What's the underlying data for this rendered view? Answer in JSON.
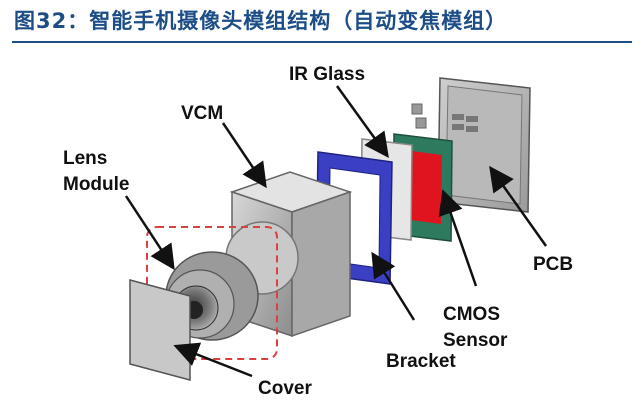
{
  "figure": {
    "title": "图32：智能手机摄像头模组结构（自动变焦模组）"
  },
  "labels": {
    "ir_glass": "IR Glass",
    "vcm": "VCM",
    "lens_module_line1": "Lens",
    "lens_module_line2": "Module",
    "pcb": "PCB",
    "cmos_line1": "CMOS",
    "cmos_line2": "Sensor",
    "bracket": "Bracket",
    "cover": "Cover"
  },
  "colors": {
    "title": "#1d4d86",
    "bracket": "#3a3fc4",
    "sensor_board": "#2e7a5e",
    "sensor_die": "#e0141e",
    "dashed_box": "#d94040",
    "module_metal": "#8a8a8a"
  }
}
